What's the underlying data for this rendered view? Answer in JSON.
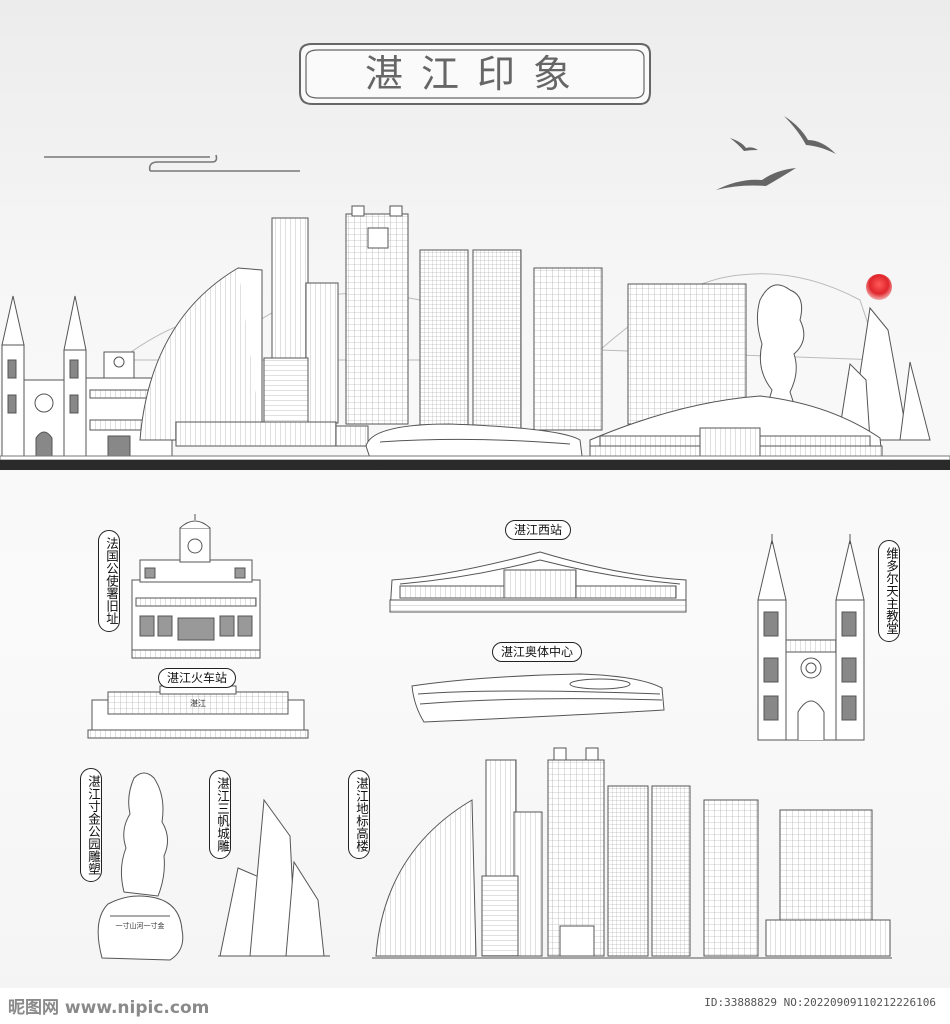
{
  "title": "湛江印象",
  "labels": {
    "french_office": "法国公使署旧址",
    "west_station": "湛江西站",
    "victoria_church": "维多尔天主教堂",
    "railway_station": "湛江火车站",
    "olympic_center": "湛江奥体中心",
    "cunjin_park": "湛江寸金公园雕塑",
    "sanfan": "湛江三帆城雕",
    "landmark": "湛江地标高楼"
  },
  "railway_sign": "湛江",
  "statue_base_text": "一寸山河一寸金",
  "watermark": {
    "left": "昵图网 www.nipic.com",
    "right": "ID:33888829 NO:20220909110212226106"
  },
  "colors": {
    "line": "#555555",
    "ground": "#2a2a2a",
    "sun": "#e0262c",
    "birds": "#666666",
    "bg": "#f4f4f4"
  }
}
